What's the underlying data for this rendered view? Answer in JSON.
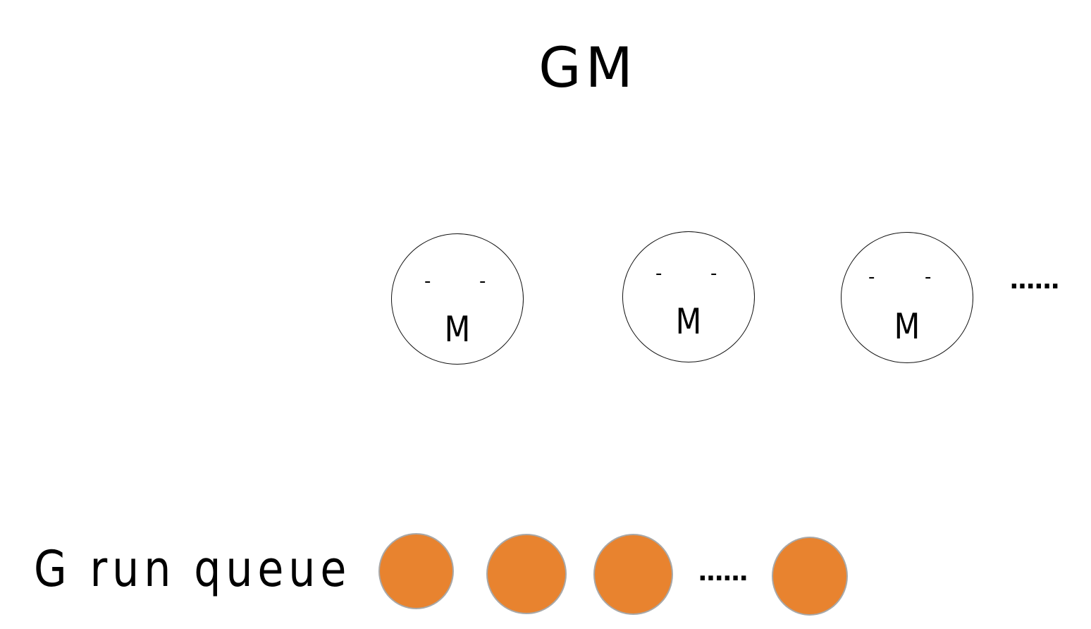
{
  "title": "GM",
  "m_threads": [
    {
      "label": "M",
      "eyes": [
        "-",
        "-"
      ]
    },
    {
      "label": "M",
      "eyes": [
        "-",
        "-"
      ]
    },
    {
      "label": "M",
      "eyes": [
        "-",
        "-"
      ]
    }
  ],
  "m_ellipsis": "......",
  "queue": {
    "label": "G run queue",
    "goroutine_count_shown": 4,
    "ellipsis": "......"
  },
  "colors": {
    "goroutine_fill": "#e8832f",
    "goroutine_border": "#a8a8a8",
    "m_border": "#111111"
  }
}
